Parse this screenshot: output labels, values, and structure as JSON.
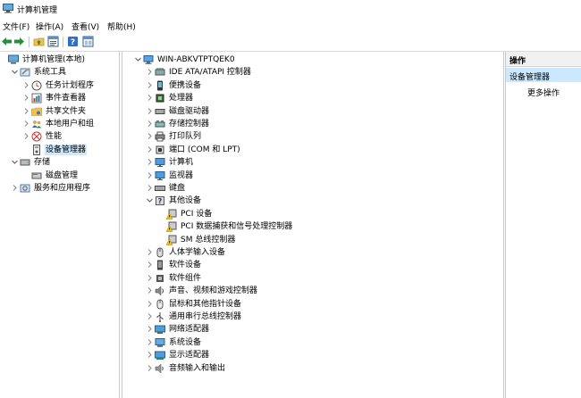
{
  "window": {
    "title": "计算机管理"
  },
  "menu": [
    "文件(F)",
    "操作(A)",
    "查看(V)",
    "帮助(H)"
  ],
  "toolbar": [
    "back-icon",
    "forward-icon",
    "folder-up-icon",
    "properties-icon",
    "help-icon",
    "console-icon"
  ],
  "left_tree": [
    {
      "label": "计算机管理(本地)",
      "level": 0,
      "chev": "",
      "icon": "computer-management-icon"
    },
    {
      "label": "系统工具",
      "level": 1,
      "chev": "down",
      "icon": "tools-icon"
    },
    {
      "label": "任务计划程序",
      "level": 2,
      "chev": "right",
      "icon": "clock-icon"
    },
    {
      "label": "事件查看器",
      "level": 2,
      "chev": "right",
      "icon": "event-viewer-icon"
    },
    {
      "label": "共享文件夹",
      "level": 2,
      "chev": "right",
      "icon": "shared-folder-icon"
    },
    {
      "label": "本地用户和组",
      "level": 2,
      "chev": "right",
      "icon": "users-icon"
    },
    {
      "label": "性能",
      "level": 2,
      "chev": "right",
      "icon": "performance-icon"
    },
    {
      "label": "设备管理器",
      "level": 2,
      "chev": "",
      "icon": "device-manager-icon",
      "selected": true
    },
    {
      "label": "存储",
      "level": 1,
      "chev": "down",
      "icon": "storage-icon"
    },
    {
      "label": "磁盘管理",
      "level": 2,
      "chev": "",
      "icon": "disk-icon"
    },
    {
      "label": "服务和应用程序",
      "level": 1,
      "chev": "right",
      "icon": "services-icon"
    }
  ],
  "device_tree": [
    {
      "label": "WIN-ABKVTPTQEK0",
      "level": 0,
      "chev": "down",
      "icon": "computer-icon"
    },
    {
      "label": "IDE ATA/ATAPI 控制器",
      "level": 1,
      "chev": "right",
      "icon": "ide-controller-icon"
    },
    {
      "label": "便携设备",
      "level": 1,
      "chev": "right",
      "icon": "portable-device-icon"
    },
    {
      "label": "处理器",
      "level": 1,
      "chev": "right",
      "icon": "processor-icon"
    },
    {
      "label": "磁盘驱动器",
      "level": 1,
      "chev": "right",
      "icon": "disk-drive-icon"
    },
    {
      "label": "存储控制器",
      "level": 1,
      "chev": "right",
      "icon": "storage-controller-icon"
    },
    {
      "label": "打印队列",
      "level": 1,
      "chev": "right",
      "icon": "printer-icon"
    },
    {
      "label": "端口 (COM 和 LPT)",
      "level": 1,
      "chev": "right",
      "icon": "port-icon"
    },
    {
      "label": "计算机",
      "level": 1,
      "chev": "right",
      "icon": "monitor-icon"
    },
    {
      "label": "监视器",
      "level": 1,
      "chev": "right",
      "icon": "monitor-icon"
    },
    {
      "label": "键盘",
      "level": 1,
      "chev": "right",
      "icon": "keyboard-icon"
    },
    {
      "label": "其他设备",
      "level": 1,
      "chev": "down",
      "icon": "other-devices-icon"
    },
    {
      "label": "PCI 设备",
      "level": 2,
      "chev": "",
      "icon": "warning-device-icon"
    },
    {
      "label": "PCI 数据捕获和信号处理控制器",
      "level": 2,
      "chev": "",
      "icon": "warning-device-icon"
    },
    {
      "label": "SM 总线控制器",
      "level": 2,
      "chev": "",
      "icon": "warning-device-icon"
    },
    {
      "label": "人体学输入设备",
      "level": 1,
      "chev": "right",
      "icon": "hid-icon"
    },
    {
      "label": "软件设备",
      "level": 1,
      "chev": "right",
      "icon": "software-device-icon"
    },
    {
      "label": "软件组件",
      "level": 1,
      "chev": "right",
      "icon": "software-component-icon"
    },
    {
      "label": "声音、视频和游戏控制器",
      "level": 1,
      "chev": "right",
      "icon": "speaker-icon"
    },
    {
      "label": "鼠标和其他指针设备",
      "level": 1,
      "chev": "right",
      "icon": "mouse-icon"
    },
    {
      "label": "通用串行总线控制器",
      "level": 1,
      "chev": "right",
      "icon": "usb-icon"
    },
    {
      "label": "网络适配器",
      "level": 1,
      "chev": "right",
      "icon": "network-adapter-icon"
    },
    {
      "label": "系统设备",
      "level": 1,
      "chev": "right",
      "icon": "system-device-icon"
    },
    {
      "label": "显示适配器",
      "level": 1,
      "chev": "right",
      "icon": "display-adapter-icon"
    },
    {
      "label": "音频输入和输出",
      "level": 1,
      "chev": "right",
      "icon": "audio-io-icon"
    }
  ],
  "actions": {
    "header": "操作",
    "group": "设备管理器",
    "more": "更多操作"
  }
}
